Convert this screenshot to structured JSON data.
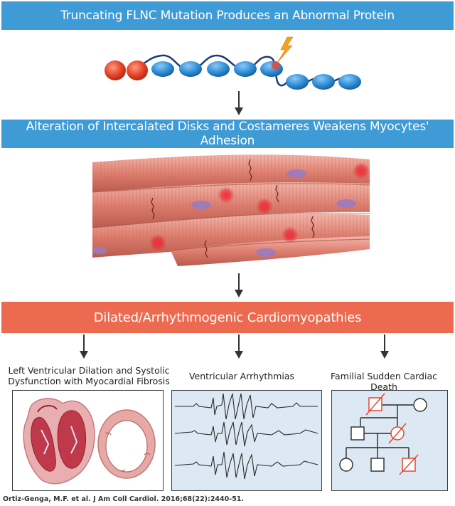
{
  "banners": {
    "protein": "Truncating FLNC Mutation Produces an Abnormal Protein",
    "adhesion": "Alteration of Intercalated Disks and Costameres Weakens Myocytes' Adhesion",
    "cardiomyopathy": "Dilated/Arrhythmogenic Cardiomyopathies"
  },
  "panels": {
    "lv_label": "Left Ventricular Dilation and Systolic Dysfunction with Myocardial Fibrosis",
    "va_label": "Ventricular Arrhythmias",
    "fsd_label": "Familial Sudden Cardiac Death"
  },
  "citation": "Ortiz-Genga, M.F. et al. J Am Coll Cardiol. 2016;68(22):2440-51.",
  "colors": {
    "banner_blue": "#3e9bd5",
    "banner_orange": "#ec6a4f",
    "domain_red": "#e8452c",
    "domain_blue": "#2f8fd8",
    "mutation_spark": "#f6a21e",
    "affected_marker": "#e8452c",
    "panel_bg": "#dce8f3"
  },
  "icons": [
    "lightning-bolt-icon",
    "down-arrow-icon"
  ]
}
